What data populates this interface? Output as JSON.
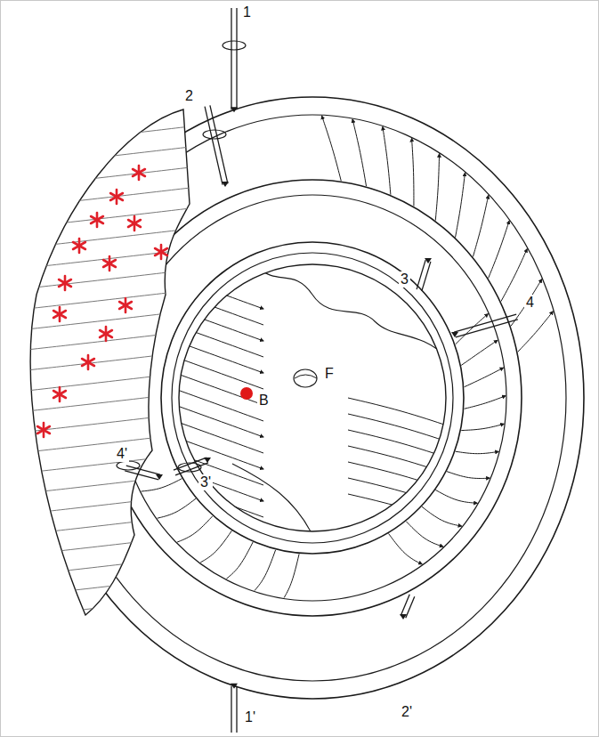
{
  "diagram": {
    "labels": [
      "1",
      "2",
      "3",
      "4",
      "F",
      "B",
      "4'",
      "3'",
      "2'",
      "1'"
    ]
  }
}
